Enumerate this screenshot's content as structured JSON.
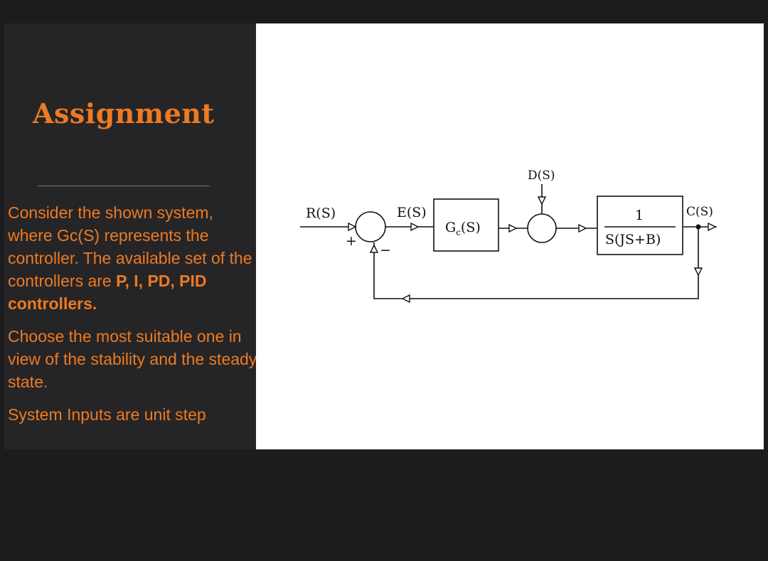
{
  "slide": {
    "title": "Assignment",
    "paragraph1_text": "Consider the shown system, where Gc(S) represents the controller. The available set of the controllers are ",
    "paragraph1_bold": "P, I, PD, PID controllers.",
    "paragraph2": "Choose the most suitable one in view of the stability and the steady state.",
    "paragraph3": "System Inputs are unit step"
  },
  "diagram": {
    "labels": {
      "input": "R(S)",
      "error": "E(S)",
      "controller": "G_c(S)",
      "disturbance": "D(S)",
      "plant_numerator": "1",
      "plant_denominator": "S(JS+B)",
      "output": "C(S)",
      "plus_sign": "+",
      "minus_sign": "−"
    }
  },
  "colors": {
    "accent": "#ee7a22",
    "background": "#1c1c1e",
    "panel": "#252527",
    "diagram_bg": "#ffffff"
  }
}
